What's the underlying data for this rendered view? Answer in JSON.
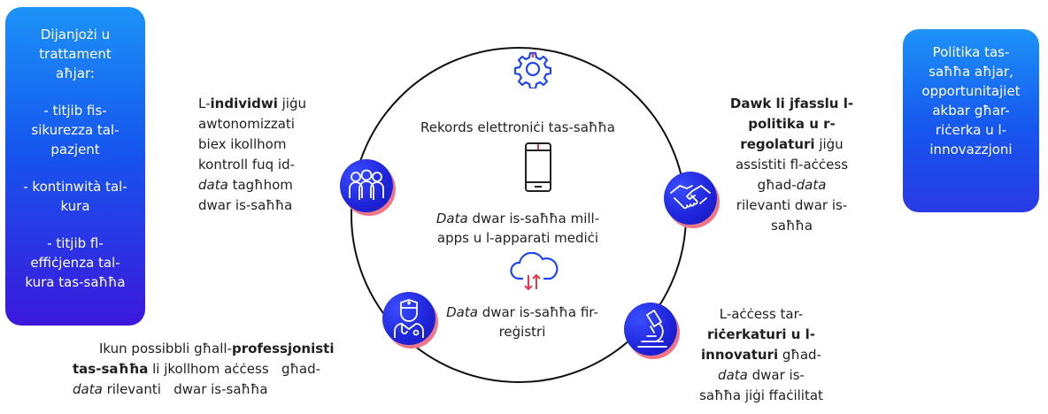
{
  "left_box": {
    "title": [
      "Dijanjożi u",
      "trattament",
      "aħjar:"
    ],
    "items": [
      [
        "- titjib fis-",
        "sikurezza tal-",
        "pazjent"
      ],
      [
        "- kontinwità tal-",
        "kura"
      ],
      [
        "- titjib fl-",
        "effiċjenza tal-",
        "kura tas-saħħa"
      ]
    ]
  },
  "right_box": {
    "lines": [
      "Politika tas-",
      "saħħa aħjar,",
      "opportunitajiet",
      "akbar għar-",
      "riċerka u l-",
      "innovazzjoni"
    ]
  },
  "center": {
    "ehr": "Rekords elettroniċi tas-saħħa",
    "apps": {
      "italic": "Data",
      "line1_rest": " dwar is-saħħa mill-",
      "line2": "apps u l-apparati mediċi"
    },
    "registries": {
      "italic": "Data",
      "line1_rest": " dwar is-saħħa fir-",
      "line2": "reġistri"
    }
  },
  "individuals": {
    "l1_a": "L-",
    "l1_bold": "individwi",
    "l1_b": " jiġu",
    "l2": "awtonomizzati",
    "l3": "biex ikollhom",
    "l4": "kontroll fuq id-",
    "l5_italic": "data",
    "l5_rest": " tagħhom",
    "l6": "dwar is-saħħa"
  },
  "policymakers": {
    "l1": "Dawk li jfasslu l-",
    "l2": "politika u r-",
    "l3_bold": "regolaturi",
    "l3_rest": " jiġu",
    "l4": "assistiti fl-aċċess",
    "l5_a": "għad-",
    "l5_italic": "data",
    "l6": "rilevanti dwar is-",
    "l7": "saħħa"
  },
  "professionals": {
    "l1_a": "Ikun possibbli għall-",
    "l1_bold": "professjonisti",
    "l2_bold": "tas-saħħa",
    "l2_rest": " li jkollhom aċċess   għad-",
    "l3_italic": "data",
    "l3_rest": " rilevanti   dwar is-saħħa"
  },
  "researchers": {
    "l1": "L-aċċess tar-",
    "l2_bold": "riċerkaturi u l-",
    "l3_bold": "innovaturi",
    "l3_rest": " għad-",
    "l4_italic": "data",
    "l4_rest": " dwar is-",
    "l5": "saħħa jiġi ffaċilitat"
  },
  "colors": {
    "box_blue": "#1656ee",
    "icon_blue": "#1d23d8",
    "icon_shadow": "#f07585",
    "outline_blue": "#2046f0",
    "accent_red": "#e8354e"
  },
  "icons": {
    "gear": "gear-icon",
    "phone": "smartphone-icon",
    "cloud": "cloud-sync-icon",
    "people": "people-group-icon",
    "handshake": "handshake-icon",
    "doctor": "doctor-icon",
    "microscope": "microscope-icon"
  }
}
